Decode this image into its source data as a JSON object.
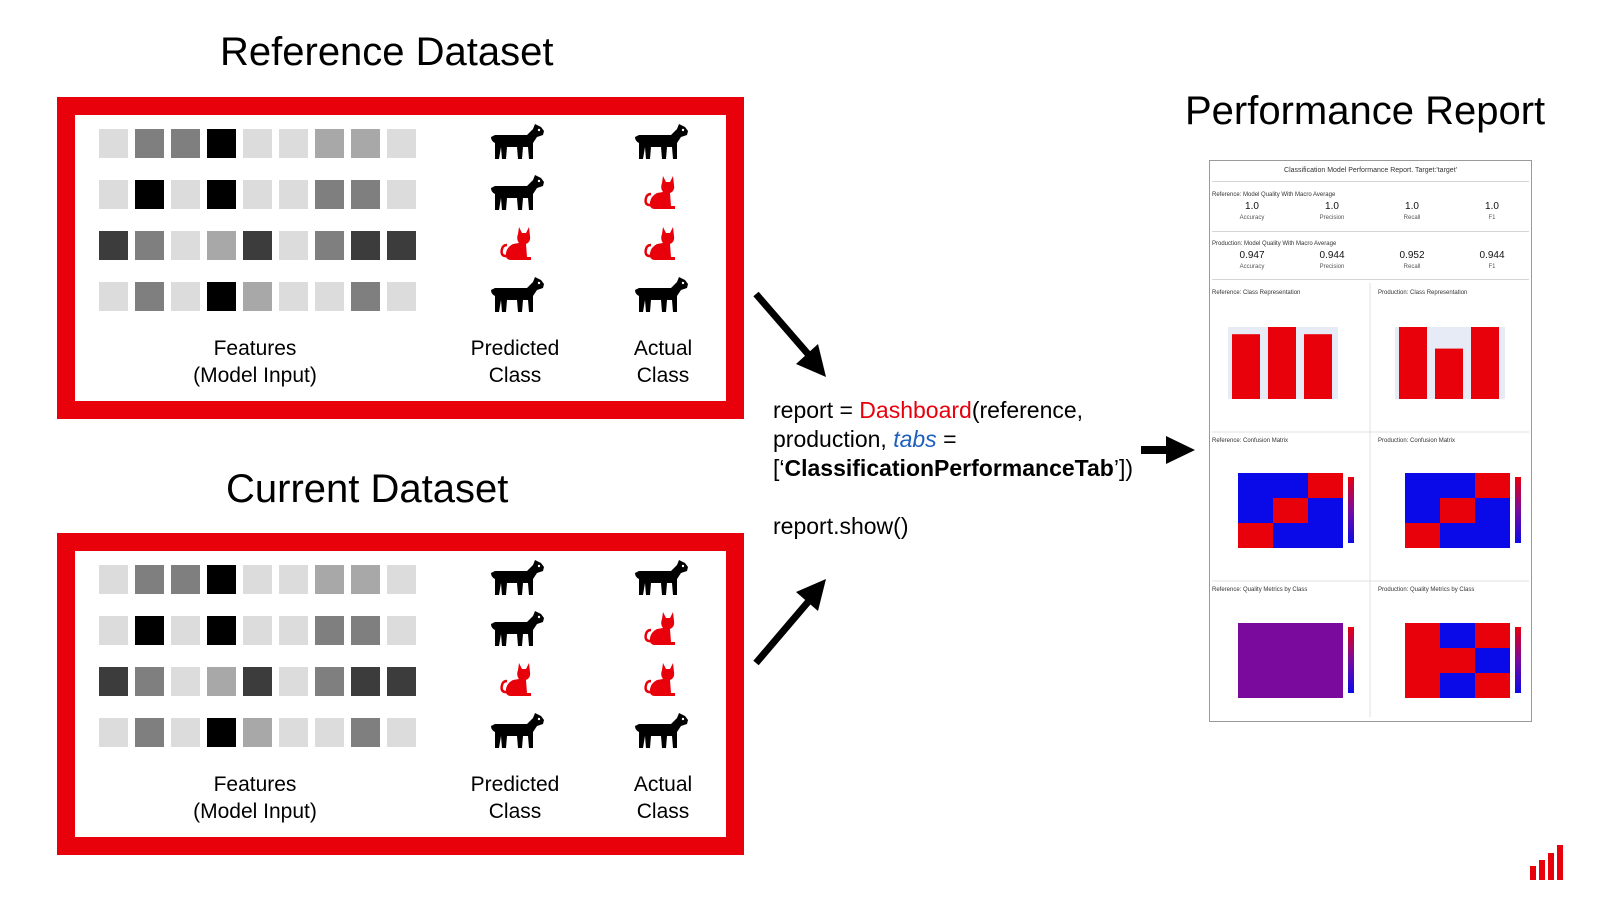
{
  "titles": {
    "reference": "Reference Dataset",
    "current": "Current Dataset",
    "report": "Performance Report"
  },
  "columns": {
    "features": "Features\n(Model Input)",
    "predicted": "Predicted\nClass",
    "actual": "Actual\nClass"
  },
  "colors": {
    "accent_red": "#e8000b",
    "heat_blue": "#0a0ae8",
    "heat_purple": "#7a0a9e"
  },
  "feature_shades": [
    [
      "#dcdcdc",
      "#7f7f7f",
      "#7f7f7f",
      "#000000",
      "#dcdcdc",
      "#dcdcdc",
      "#a8a8a8",
      "#a8a8a8",
      "#dcdcdc"
    ],
    [
      "#dcdcdc",
      "#000000",
      "#dcdcdc",
      "#000000",
      "#dcdcdc",
      "#dcdcdc",
      "#7f7f7f",
      "#7f7f7f",
      "#dcdcdc"
    ],
    [
      "#3c3c3c",
      "#7f7f7f",
      "#dcdcdc",
      "#a8a8a8",
      "#3c3c3c",
      "#dcdcdc",
      "#7f7f7f",
      "#3c3c3c",
      "#3c3c3c"
    ],
    [
      "#dcdcdc",
      "#7f7f7f",
      "#dcdcdc",
      "#000000",
      "#a8a8a8",
      "#dcdcdc",
      "#dcdcdc",
      "#7f7f7f",
      "#dcdcdc"
    ]
  ],
  "predicted_icons": [
    "dog-icon",
    "dog-icon",
    "cat-icon",
    "dog-icon"
  ],
  "actual_icons": [
    "dog-icon",
    "cat-icon",
    "cat-icon",
    "dog-icon"
  ],
  "code": {
    "l1_a": "report = ",
    "l1_b": "Dashboard",
    "l1_c": "(reference,",
    "l2_a": "production, ",
    "l2_b": "tabs",
    "l2_c": " =",
    "l3_a": "[‘",
    "l3_b": "ClassificationPerformanceTab",
    "l3_c": "’])",
    "l4": "report.show()"
  },
  "report": {
    "title": "Classification Model Performance Report. Target:'target'",
    "ref_quality_label": "Reference: Model Quality With Macro Average",
    "ref_metrics": [
      {
        "value": "1.0",
        "name": "Accuracy"
      },
      {
        "value": "1.0",
        "name": "Precision"
      },
      {
        "value": "1.0",
        "name": "Recall"
      },
      {
        "value": "1.0",
        "name": "F1"
      }
    ],
    "prod_quality_label": "Production: Model Quality With Macro Average",
    "prod_metrics": [
      {
        "value": "0.947",
        "name": "Accuracy"
      },
      {
        "value": "0.944",
        "name": "Precision"
      },
      {
        "value": "0.952",
        "name": "Recall"
      },
      {
        "value": "0.944",
        "name": "F1"
      }
    ],
    "ref_class_rep": "Reference: Class Representation",
    "prod_class_rep": "Production: Class Representation",
    "ref_confusion": "Reference: Confusion Matrix",
    "prod_confusion": "Production: Confusion Matrix",
    "ref_quality_class": "Reference: Quality Metrics by Class",
    "prod_quality_class": "Production: Quality Metrics by Class",
    "ref_class_values": [
      0.9,
      1.0,
      0.9
    ],
    "prod_class_values": [
      1.0,
      0.7,
      1.0
    ],
    "ref_confusion_cells": [
      [
        "blue",
        "blue",
        "red"
      ],
      [
        "blue",
        "red",
        "blue"
      ],
      [
        "red",
        "blue",
        "blue"
      ]
    ],
    "prod_confusion_cells": [
      [
        "blue",
        "blue",
        "red"
      ],
      [
        "blue",
        "red",
        "blue"
      ],
      [
        "red",
        "blue",
        "blue"
      ]
    ],
    "prod_quality_cells": [
      [
        "red",
        "blue",
        "red"
      ],
      [
        "red",
        "red",
        "blue"
      ],
      [
        "red",
        "blue",
        "red"
      ]
    ]
  }
}
